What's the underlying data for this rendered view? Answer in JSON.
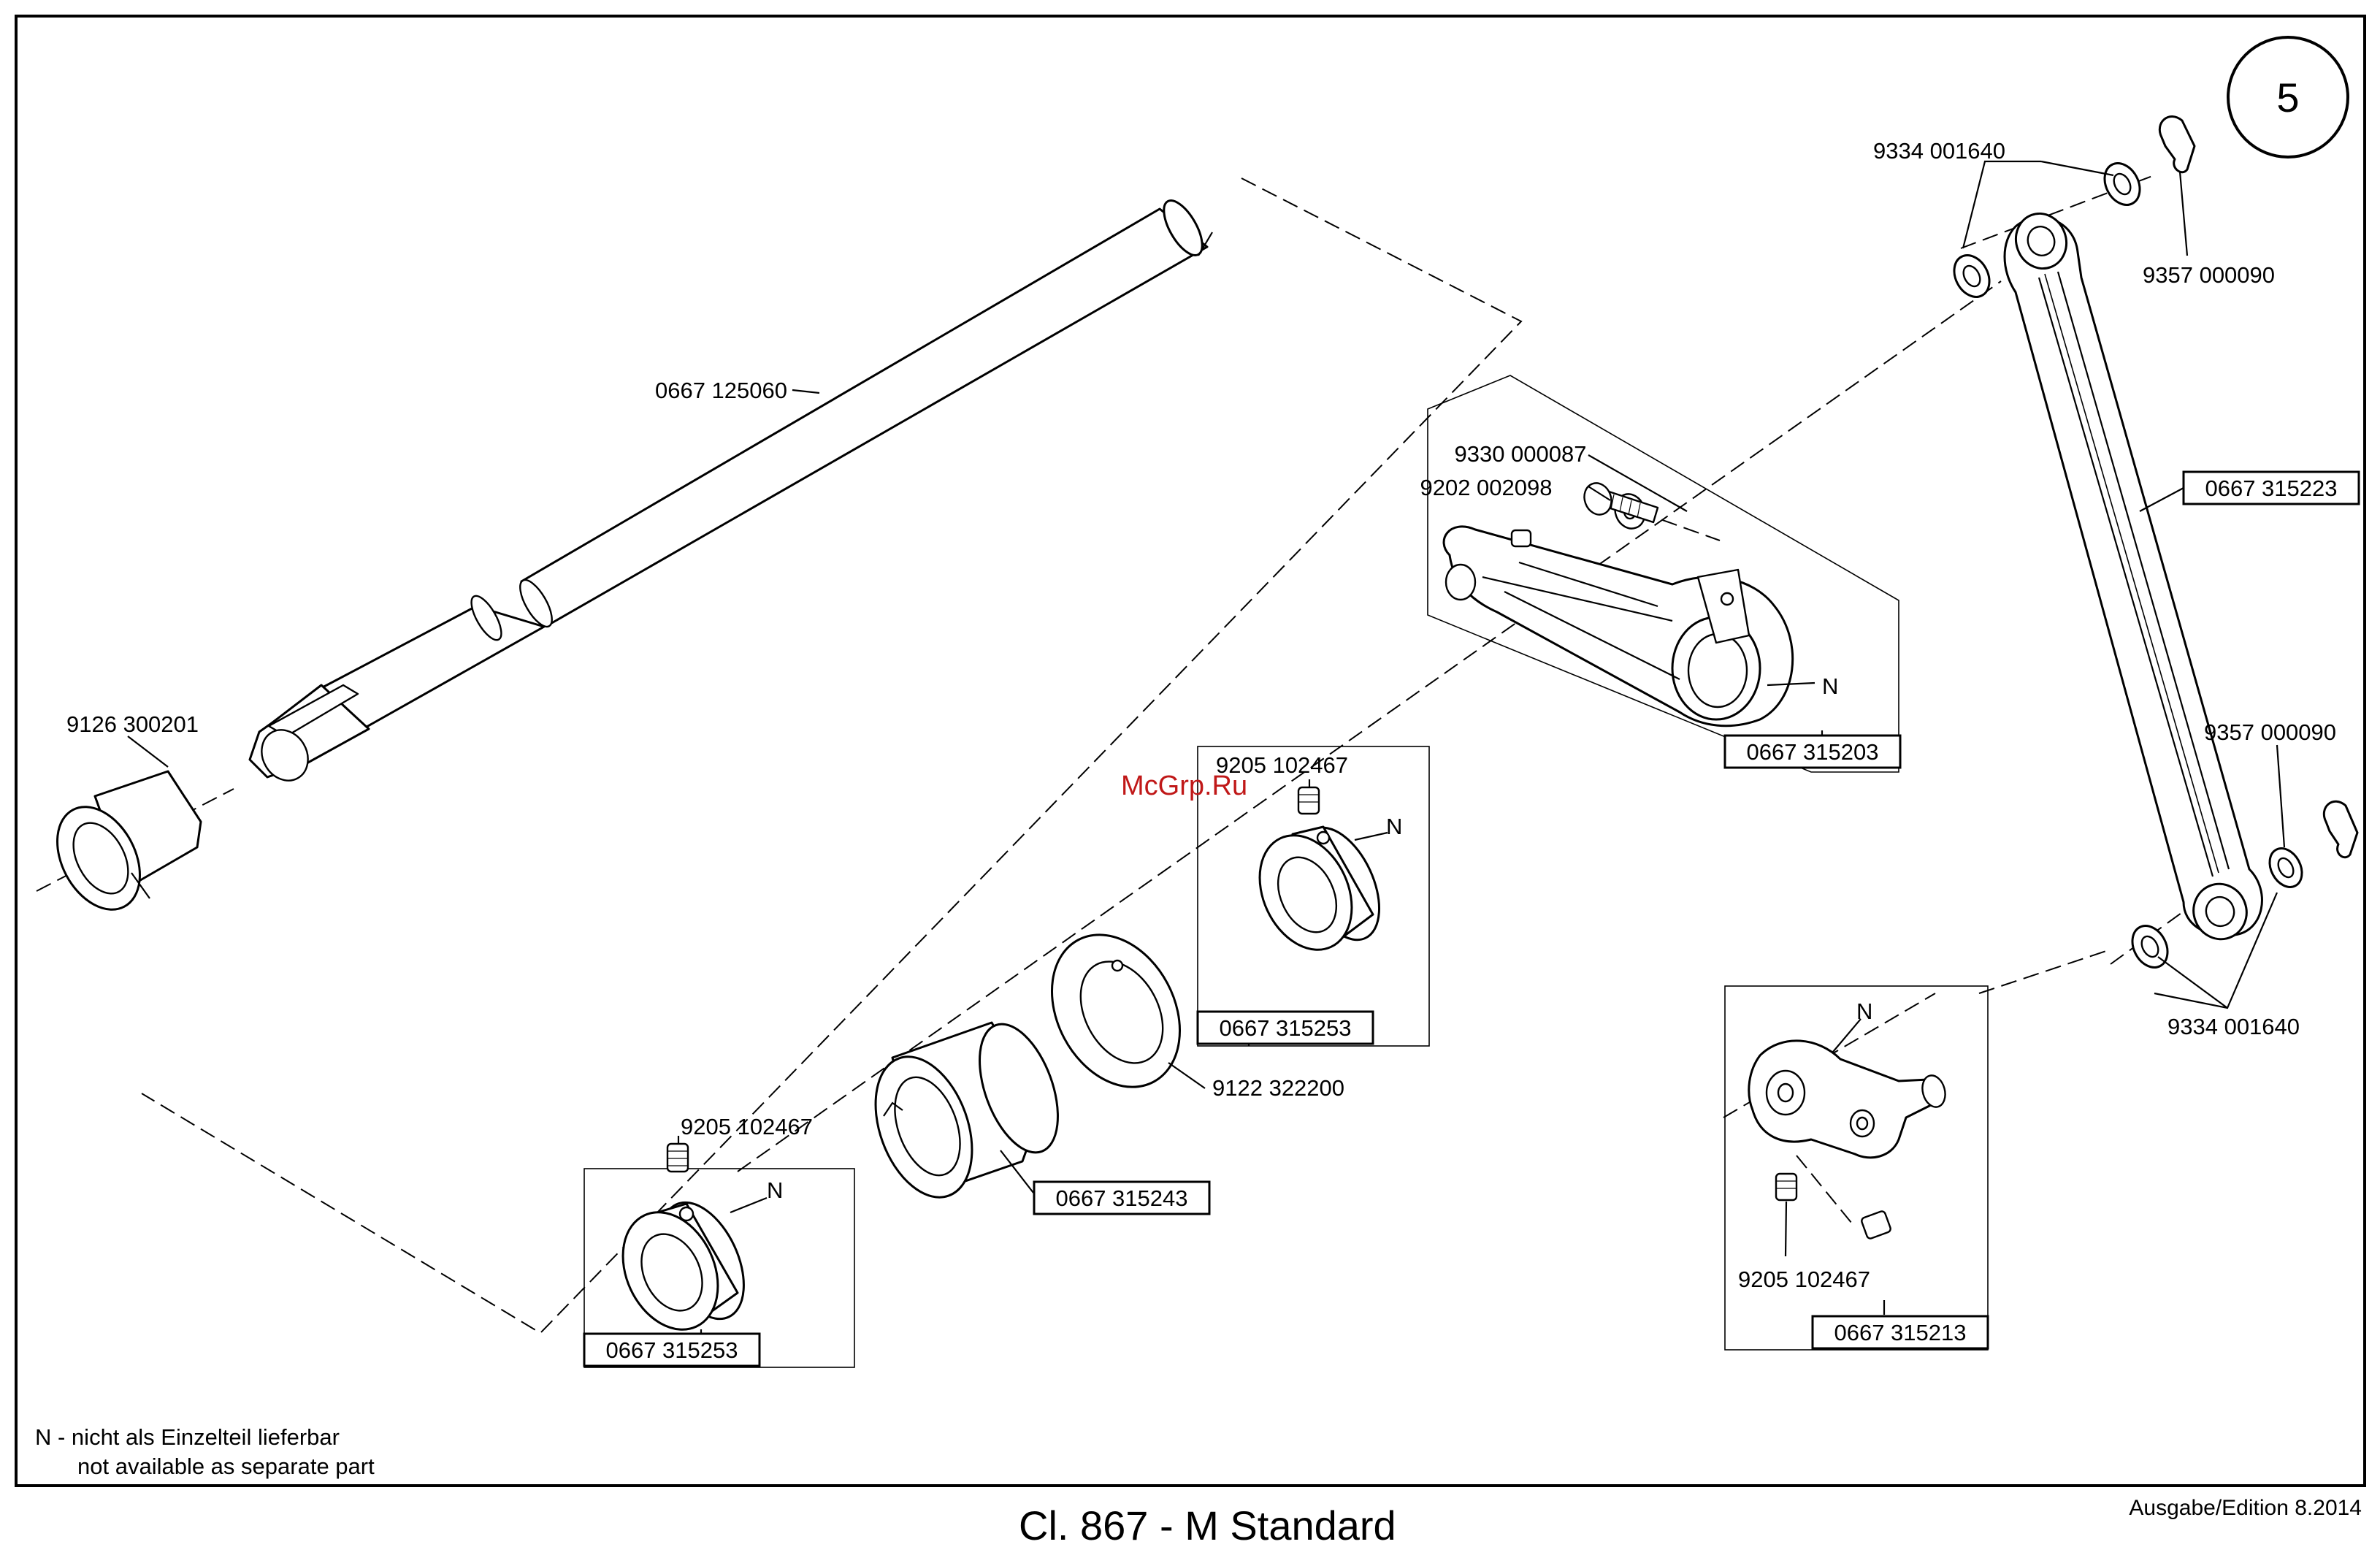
{
  "sheet": {
    "page_number": "5",
    "title": "Cl. 867 - M Standard",
    "edition": "Ausgabe/Edition  8.2014",
    "watermark": "McGrp.Ru",
    "legend": {
      "n_line1": "N - nicht als Einzelteil lieferbar",
      "n_line2": "not available as separate part"
    }
  },
  "parts": {
    "shaft": "0667 125060",
    "bushing": "9126 300201",
    "washer_top_left": "9334 001640",
    "retaining_ring_top": "9357 000090",
    "connecting_rod": "0667 315223",
    "screw_washer": "9330 000087",
    "screw": "9202 002098",
    "crank_lever": "0667 315203",
    "n_mark_crank": "N",
    "retaining_ring_right": "9357 000090",
    "washer_bottom_right": "9334 001640",
    "setscrew_collar_mid": "9205 102467",
    "n_mark_collar_mid": "N",
    "collar_mid": "0667 315253",
    "thrust_washer": "9122 322200",
    "sleeve": "0667 315243",
    "setscrew_collar_low": "9205 102467",
    "n_mark_collar_low": "N",
    "collar_low": "0667 315253",
    "n_mark_crank_pin": "N",
    "setscrew_crank_pin": "9205 102467",
    "crank_pin": "0667 315213"
  }
}
